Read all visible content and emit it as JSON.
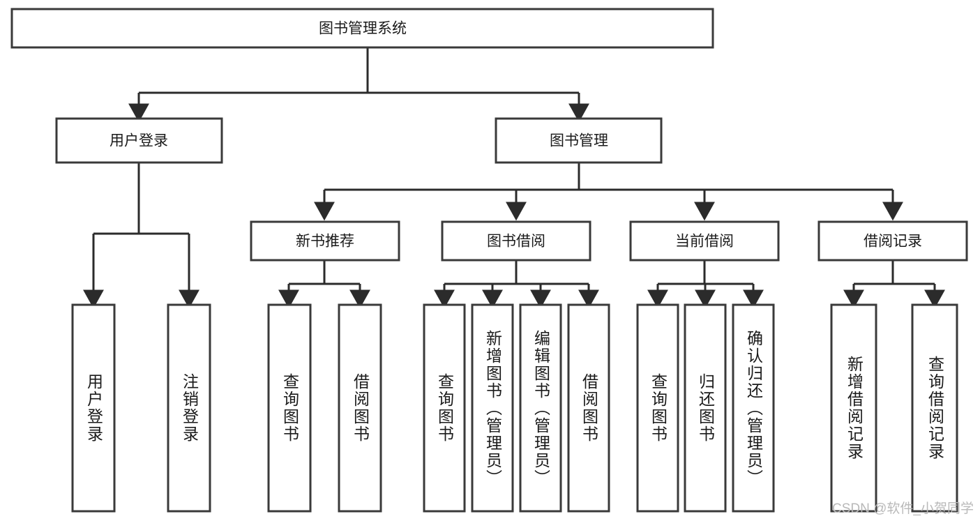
{
  "diagram": {
    "type": "tree-hierarchy-chart",
    "title": "图书管理系统",
    "root": {
      "id": "root",
      "label": "图书管理系统"
    },
    "level2": [
      {
        "id": "user-login",
        "label": "用户登录"
      },
      {
        "id": "book-manage",
        "label": "图书管理"
      }
    ],
    "level3": [
      {
        "id": "new-book-recommend",
        "label": "新书推荐",
        "parent": "book-manage"
      },
      {
        "id": "book-borrow",
        "label": "图书借阅",
        "parent": "book-manage"
      },
      {
        "id": "current-borrow",
        "label": "当前借阅",
        "parent": "book-manage"
      },
      {
        "id": "borrow-record",
        "label": "借阅记录",
        "parent": "book-manage"
      }
    ],
    "leaves": [
      {
        "id": "leaf-user-login",
        "label": "用户登录",
        "parent": "user-login"
      },
      {
        "id": "leaf-logout-login",
        "label": "注销登录",
        "parent": "user-login"
      },
      {
        "id": "leaf-query-book-1",
        "label": "查询图书",
        "parent": "new-book-recommend"
      },
      {
        "id": "leaf-borrow-book-1",
        "label": "借阅图书",
        "parent": "new-book-recommend"
      },
      {
        "id": "leaf-query-book-2",
        "label": "查询图书",
        "parent": "book-borrow"
      },
      {
        "id": "leaf-add-book",
        "label": "新增图书（管理员）",
        "parent": "book-borrow"
      },
      {
        "id": "leaf-edit-book",
        "label": "编辑图书（管理员）",
        "parent": "book-borrow"
      },
      {
        "id": "leaf-borrow-book-2",
        "label": "借阅图书",
        "parent": "book-borrow"
      },
      {
        "id": "leaf-query-book-3",
        "label": "查询图书",
        "parent": "current-borrow"
      },
      {
        "id": "leaf-return-book",
        "label": "归还图书",
        "parent": "current-borrow"
      },
      {
        "id": "leaf-confirm-return",
        "label": "确认归还（管理员）",
        "parent": "current-borrow"
      },
      {
        "id": "leaf-add-record",
        "label": "新增借阅记录",
        "parent": "borrow-record"
      },
      {
        "id": "leaf-query-record",
        "label": "查询借阅记录",
        "parent": "borrow-record"
      }
    ]
  },
  "watermark": {
    "text": "CSDN @软件_小贺同学"
  },
  "colors": {
    "background": "#ffffff",
    "box_stroke": "#3a3a3a",
    "link_stroke": "#2b2b2b",
    "text": "#1a1a1a",
    "watermark": "#b9b9b9"
  }
}
